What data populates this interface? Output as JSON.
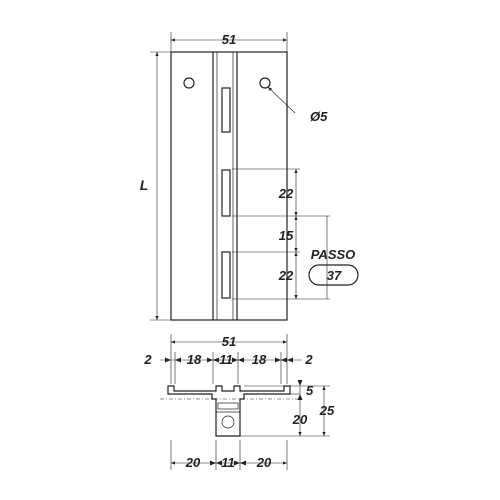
{
  "top_view": {
    "width_label": "51",
    "length_label": "L",
    "hole_label": "Ø5",
    "slot_length_label": "22",
    "gap_label": "15",
    "slot_length_label_2": "22",
    "pitch_caption": "PASSO",
    "pitch_value": "37"
  },
  "section_view": {
    "overall_width_label": "51",
    "top_dims": [
      "2",
      "18",
      "11",
      "18",
      "2"
    ],
    "right_dims": [
      "5",
      "20",
      "25"
    ],
    "bottom_dims": [
      "20",
      "11",
      "20"
    ]
  }
}
